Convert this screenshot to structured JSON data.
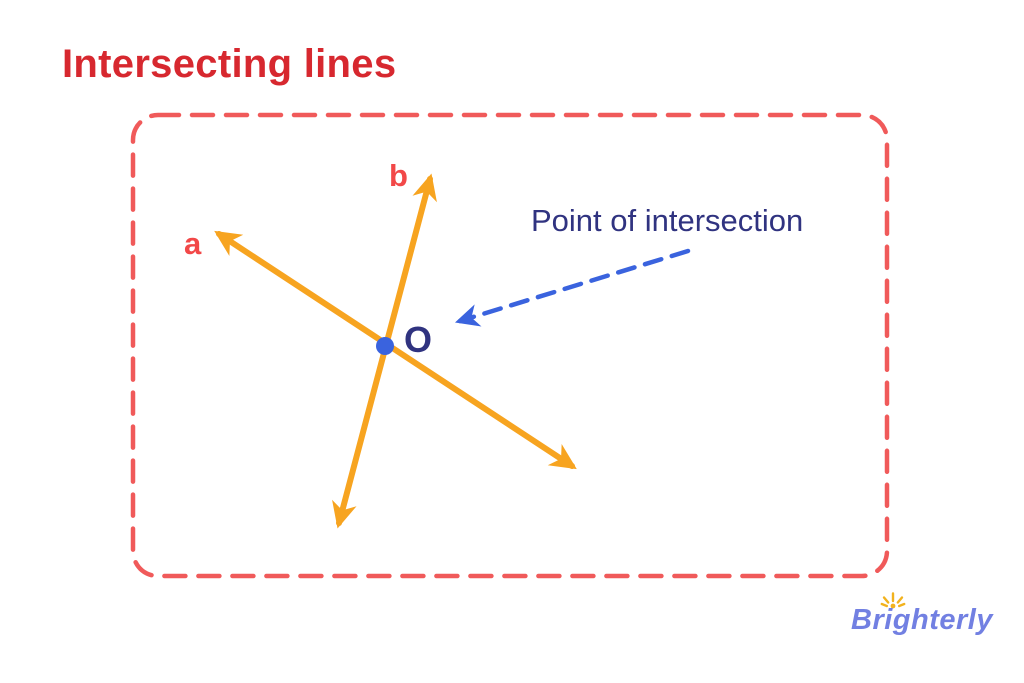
{
  "title": {
    "text": "Intersecting lines"
  },
  "diagram": {
    "line_a_label": "a",
    "line_b_label": "b",
    "intersection_label": "O",
    "annotation": "Point of intersection"
  },
  "logo": {
    "text": "Brighterly"
  },
  "colors": {
    "title-red": "#d7282f",
    "frame-red": "#f05a5a",
    "label-red": "#f24848",
    "line-orange": "#f7a420",
    "navy": "#303380",
    "blue": "#3a63de",
    "logo-blue": "#7280e2",
    "sun-yellow": "#f2b21d",
    "bg": "#ffffff"
  }
}
